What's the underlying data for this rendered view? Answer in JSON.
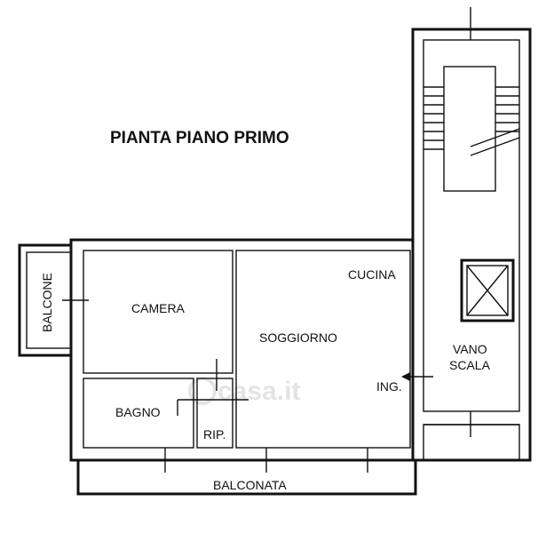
{
  "title": "PIANTA PIANO PRIMO",
  "rooms": {
    "balcone": "BALCONE",
    "camera": "CAMERA",
    "soggiorno": "SOGGIORNO",
    "cucina": "CUCINA",
    "bagno": "BAGNO",
    "ripostiglio": "RIP.",
    "balconata": "BALCONATA",
    "vano_line1": "VANO",
    "vano_line2": "SCALA",
    "ingresso": "ING."
  },
  "watermark": "casa.it"
}
